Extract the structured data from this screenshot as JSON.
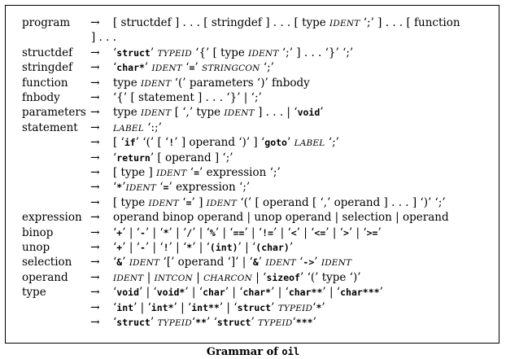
{
  "grammar": {
    "rules": [
      {
        "lhs": "program",
        "arrow": "→",
        "rhs": [
          {
            "t": "n",
            "v": "[ structdef ] . . . [ stringdef ] . . . [ type "
          },
          {
            "t": "i",
            "v": "IDENT"
          },
          {
            "t": "n",
            "v": " ‘;’ ] . . . [ function"
          }
        ]
      },
      {
        "lhs": "",
        "arrow": "",
        "cont": true,
        "rhs": [
          {
            "t": "n",
            "v": "] . . ."
          }
        ]
      },
      {
        "lhs": "structdef",
        "arrow": "→",
        "rhs": [
          {
            "t": "n",
            "v": "‘"
          },
          {
            "t": "k",
            "v": "struct"
          },
          {
            "t": "n",
            "v": "’ "
          },
          {
            "t": "i",
            "v": "TYPEID"
          },
          {
            "t": "n",
            "v": " ‘{’ [ type "
          },
          {
            "t": "i",
            "v": "IDENT"
          },
          {
            "t": "n",
            "v": " ‘;’ ] . . . ‘}’ ‘;’"
          }
        ]
      },
      {
        "lhs": "stringdef",
        "arrow": "→",
        "rhs": [
          {
            "t": "n",
            "v": "‘"
          },
          {
            "t": "k",
            "v": "char*"
          },
          {
            "t": "n",
            "v": "’ "
          },
          {
            "t": "i",
            "v": "IDENT"
          },
          {
            "t": "n",
            "v": " ‘"
          },
          {
            "t": "k",
            "v": "="
          },
          {
            "t": "n",
            "v": "’ "
          },
          {
            "t": "i",
            "v": "STRINGCON"
          },
          {
            "t": "n",
            "v": " ‘;’"
          }
        ]
      },
      {
        "lhs": "function",
        "arrow": "→",
        "rhs": [
          {
            "t": "n",
            "v": "type "
          },
          {
            "t": "i",
            "v": "IDENT"
          },
          {
            "t": "n",
            "v": " ‘(’ parameters ‘)’ fnbody"
          }
        ]
      },
      {
        "lhs": "fnbody",
        "arrow": "→",
        "rhs": [
          {
            "t": "n",
            "v": "‘{’ [ statement ] . . . ‘}’ | ‘;’"
          }
        ]
      },
      {
        "lhs": "parameters",
        "arrow": "→",
        "rhs": [
          {
            "t": "n",
            "v": "type "
          },
          {
            "t": "i",
            "v": "IDENT"
          },
          {
            "t": "n",
            "v": " [ ‘,’ type "
          },
          {
            "t": "i",
            "v": "IDENT"
          },
          {
            "t": "n",
            "v": " ] . . . | ‘"
          },
          {
            "t": "k",
            "v": "void"
          },
          {
            "t": "n",
            "v": "’"
          }
        ]
      },
      {
        "lhs": "statement",
        "arrow": "→",
        "rhs": [
          {
            "t": "i",
            "v": "LABEL"
          },
          {
            "t": "n",
            "v": " ‘:;’"
          }
        ]
      },
      {
        "lhs": "",
        "arrow": "→",
        "rhs": [
          {
            "t": "n",
            "v": "[ ‘"
          },
          {
            "t": "k",
            "v": "if"
          },
          {
            "t": "n",
            "v": "’ ‘(’ [ ‘"
          },
          {
            "t": "k",
            "v": "!"
          },
          {
            "t": "n",
            "v": "’ ] operand ‘)’ ] ‘"
          },
          {
            "t": "k",
            "v": "goto"
          },
          {
            "t": "n",
            "v": "’ "
          },
          {
            "t": "i",
            "v": "LABEL"
          },
          {
            "t": "n",
            "v": " ‘;’"
          }
        ]
      },
      {
        "lhs": "",
        "arrow": "→",
        "rhs": [
          {
            "t": "n",
            "v": "‘"
          },
          {
            "t": "k",
            "v": "return"
          },
          {
            "t": "n",
            "v": "’ [ operand ] ‘;’"
          }
        ]
      },
      {
        "lhs": "",
        "arrow": "→",
        "rhs": [
          {
            "t": "n",
            "v": "[ type ] "
          },
          {
            "t": "i",
            "v": "IDENT"
          },
          {
            "t": "n",
            "v": " ‘"
          },
          {
            "t": "k",
            "v": "="
          },
          {
            "t": "n",
            "v": "’ expression ‘;’"
          }
        ]
      },
      {
        "lhs": "",
        "arrow": "→",
        "rhs": [
          {
            "t": "n",
            "v": "‘"
          },
          {
            "t": "k",
            "v": "*"
          },
          {
            "t": "n",
            "v": "’"
          },
          {
            "t": "i",
            "v": "IDENT"
          },
          {
            "t": "n",
            "v": " ‘"
          },
          {
            "t": "k",
            "v": "="
          },
          {
            "t": "n",
            "v": "’ expression ‘;’"
          }
        ]
      },
      {
        "lhs": "",
        "arrow": "→",
        "rhs": [
          {
            "t": "n",
            "v": "[ type "
          },
          {
            "t": "i",
            "v": "IDENT"
          },
          {
            "t": "n",
            "v": " ‘"
          },
          {
            "t": "k",
            "v": "="
          },
          {
            "t": "n",
            "v": "’ ] "
          },
          {
            "t": "i",
            "v": "IDENT"
          },
          {
            "t": "n",
            "v": " ‘(’ [ operand [ ‘,’ operand ] . . . ] ‘)’ ‘;’"
          }
        ]
      },
      {
        "lhs": "expression",
        "arrow": "→",
        "rhs": [
          {
            "t": "n",
            "v": "operand binop operand | unop operand | selection | operand"
          }
        ]
      },
      {
        "lhs": "binop",
        "arrow": "→",
        "rhs": [
          {
            "t": "n",
            "v": "‘"
          },
          {
            "t": "k",
            "v": "+"
          },
          {
            "t": "n",
            "v": "’ | ‘"
          },
          {
            "t": "k",
            "v": "-"
          },
          {
            "t": "n",
            "v": "’ | ‘"
          },
          {
            "t": "k",
            "v": "*"
          },
          {
            "t": "n",
            "v": "’ | ‘"
          },
          {
            "t": "k",
            "v": "/"
          },
          {
            "t": "n",
            "v": "’ | ‘"
          },
          {
            "t": "k",
            "v": "%"
          },
          {
            "t": "n",
            "v": "’ | ‘"
          },
          {
            "t": "k",
            "v": "=="
          },
          {
            "t": "n",
            "v": "’ | ‘"
          },
          {
            "t": "k",
            "v": "!="
          },
          {
            "t": "n",
            "v": "’ | ‘"
          },
          {
            "t": "k",
            "v": "<"
          },
          {
            "t": "n",
            "v": "’ | ‘"
          },
          {
            "t": "k",
            "v": "<="
          },
          {
            "t": "n",
            "v": "’ | ‘"
          },
          {
            "t": "k",
            "v": ">"
          },
          {
            "t": "n",
            "v": "’ | ‘"
          },
          {
            "t": "k",
            "v": ">="
          },
          {
            "t": "n",
            "v": "’"
          }
        ]
      },
      {
        "lhs": "unop",
        "arrow": "→",
        "rhs": [
          {
            "t": "n",
            "v": "‘"
          },
          {
            "t": "k",
            "v": "+"
          },
          {
            "t": "n",
            "v": "’ | ‘"
          },
          {
            "t": "k",
            "v": "-"
          },
          {
            "t": "n",
            "v": "’ | ‘"
          },
          {
            "t": "k",
            "v": "!"
          },
          {
            "t": "n",
            "v": "’ | ‘"
          },
          {
            "t": "k",
            "v": "*"
          },
          {
            "t": "n",
            "v": "’ | ‘"
          },
          {
            "t": "k",
            "v": "(int)"
          },
          {
            "t": "n",
            "v": "’ | ‘"
          },
          {
            "t": "k",
            "v": "(char)"
          },
          {
            "t": "n",
            "v": "’"
          }
        ]
      },
      {
        "lhs": "selection",
        "arrow": "→",
        "rhs": [
          {
            "t": "n",
            "v": "‘"
          },
          {
            "t": "k",
            "v": "&"
          },
          {
            "t": "n",
            "v": "’ "
          },
          {
            "t": "i",
            "v": "IDENT"
          },
          {
            "t": "n",
            "v": " ‘[’ operand ‘]’ | ‘"
          },
          {
            "t": "k",
            "v": "&"
          },
          {
            "t": "n",
            "v": "’ "
          },
          {
            "t": "i",
            "v": "IDENT"
          },
          {
            "t": "n",
            "v": " ‘"
          },
          {
            "t": "k",
            "v": "->"
          },
          {
            "t": "n",
            "v": "’ "
          },
          {
            "t": "i",
            "v": "IDENT"
          }
        ]
      },
      {
        "lhs": "operand",
        "arrow": "→",
        "rhs": [
          {
            "t": "i",
            "v": "IDENT"
          },
          {
            "t": "n",
            "v": " | "
          },
          {
            "t": "i",
            "v": "INTCON"
          },
          {
            "t": "n",
            "v": " | "
          },
          {
            "t": "i",
            "v": "CHARCON"
          },
          {
            "t": "n",
            "v": " | ‘"
          },
          {
            "t": "k",
            "v": "sizeof"
          },
          {
            "t": "n",
            "v": "’ ‘(’ type ‘)’"
          }
        ]
      },
      {
        "lhs": "type",
        "arrow": "→",
        "rhs": [
          {
            "t": "n",
            "v": "‘"
          },
          {
            "t": "k",
            "v": "void"
          },
          {
            "t": "n",
            "v": "’ | ‘"
          },
          {
            "t": "k",
            "v": "void*"
          },
          {
            "t": "n",
            "v": "’ | ‘"
          },
          {
            "t": "k",
            "v": "char"
          },
          {
            "t": "n",
            "v": "’ | ‘"
          },
          {
            "t": "k",
            "v": "char*"
          },
          {
            "t": "n",
            "v": "’ | ‘"
          },
          {
            "t": "k",
            "v": "char**"
          },
          {
            "t": "n",
            "v": "’ | ‘"
          },
          {
            "t": "k",
            "v": "char***"
          },
          {
            "t": "n",
            "v": "’"
          }
        ]
      },
      {
        "lhs": "",
        "arrow": "→",
        "rhs": [
          {
            "t": "n",
            "v": "‘"
          },
          {
            "t": "k",
            "v": "int"
          },
          {
            "t": "n",
            "v": "’ | ‘"
          },
          {
            "t": "k",
            "v": "int*"
          },
          {
            "t": "n",
            "v": "’ | ‘"
          },
          {
            "t": "k",
            "v": "int**"
          },
          {
            "t": "n",
            "v": "’ | ‘"
          },
          {
            "t": "k",
            "v": "struct"
          },
          {
            "t": "n",
            "v": "’ "
          },
          {
            "t": "i",
            "v": "TYPEID"
          },
          {
            "t": "n",
            "v": "‘"
          },
          {
            "t": "k",
            "v": "*"
          },
          {
            "t": "n",
            "v": "’"
          }
        ]
      },
      {
        "lhs": "",
        "arrow": "→",
        "rhs": [
          {
            "t": "n",
            "v": "‘"
          },
          {
            "t": "k",
            "v": "struct"
          },
          {
            "t": "n",
            "v": "’ "
          },
          {
            "t": "i",
            "v": "TYPEID"
          },
          {
            "t": "n",
            "v": "‘"
          },
          {
            "t": "k",
            "v": "**"
          },
          {
            "t": "n",
            "v": "’ ‘"
          },
          {
            "t": "k",
            "v": "struct"
          },
          {
            "t": "n",
            "v": "’ "
          },
          {
            "t": "i",
            "v": "TYPEID"
          },
          {
            "t": "n",
            "v": "‘"
          },
          {
            "t": "k",
            "v": "***"
          },
          {
            "t": "n",
            "v": "’"
          }
        ]
      }
    ]
  },
  "caption": {
    "prefix": "Grammar of ",
    "name": "oil"
  }
}
